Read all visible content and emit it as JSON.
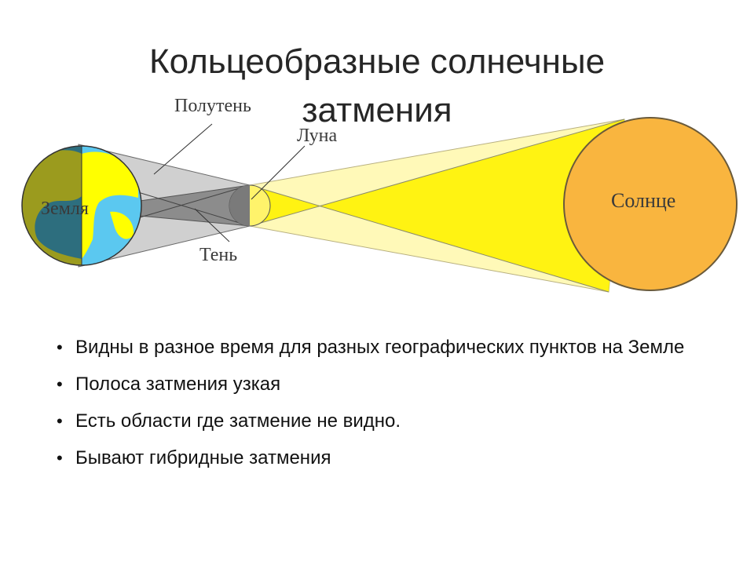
{
  "slide": {
    "title_line1": "Кольцеобразные солнечные",
    "title_line2": "затмения"
  },
  "diagram": {
    "labels": {
      "penumbra": "Полутень",
      "moon": "Луна",
      "earth": "Земля",
      "shadow": "Тень",
      "sun": "Солнце"
    },
    "colors": {
      "sun_fill": "#f9b53f",
      "light_cone": "#fff200",
      "pale_light": "#fff9b8",
      "penumbra_gray": "#cfcfcf",
      "shadow_gray": "#8a8a8a",
      "earth_day": "#ffff00",
      "earth_night": "#9b9b1e",
      "ocean_day": "#5bc8f0",
      "ocean_night": "#2d6e7e"
    }
  },
  "bullets": [
    "Видны в разное время для разных географических пунктов на Земле",
    "Полоса затмения узкая",
    "Есть области где затмение не видно.",
    "Бывают гибридные затмения"
  ],
  "bullet_symbol": "•"
}
